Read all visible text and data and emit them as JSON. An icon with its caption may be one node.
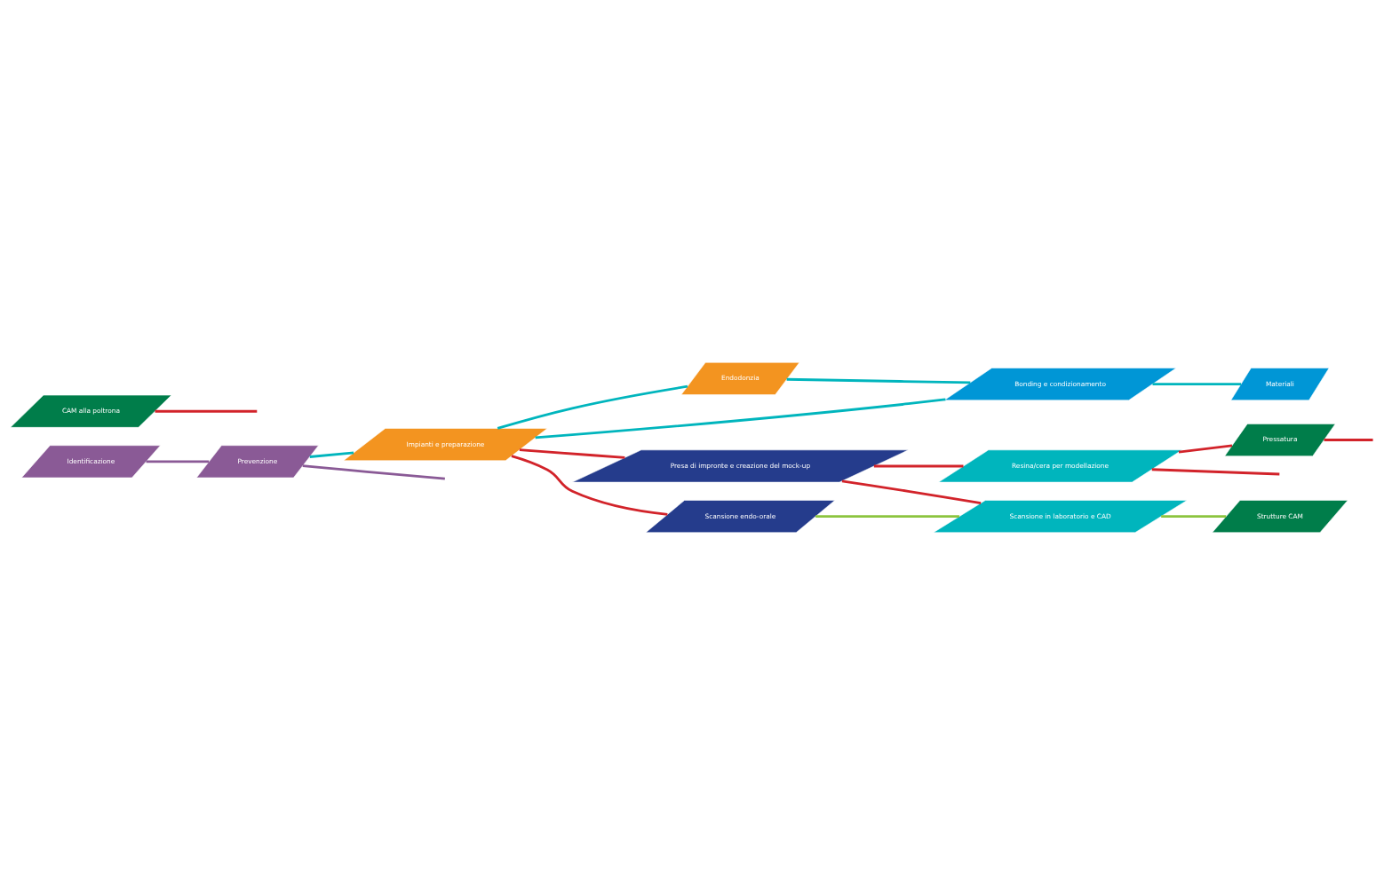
{
  "diagram": {
    "nodes": [
      {
        "text": [
          "Identificazione"
        ]
      },
      {
        "text": [
          "Prevenzione"
        ]
      },
      {
        "text": [
          "Impianti e preparazione"
        ]
      },
      {
        "text": [
          "Endodonzia"
        ]
      },
      {
        "text": [
          "Bonding e condizionamento"
        ]
      },
      {
        "text": [
          "Materiali"
        ]
      },
      {
        "text": [
          "Presa di impronte e creazione del mock-up"
        ]
      },
      {
        "text": [
          "Resina/cera per modellazione"
        ]
      },
      {
        "text": [
          "Pressatura"
        ]
      },
      {
        "text": [
          "Scansione in laboratorio e CAD"
        ]
      },
      {
        "text": [
          "Strutture CAM"
        ]
      },
      {
        "text": [
          "CAM alla poltrona"
        ]
      },
      {
        "text": [
          "Scansione endo-orale"
        ]
      }
    ],
    "edges": [
      {
        "from": 0,
        "to": 1,
        "arrow": "none",
        "color": "#8a5a96"
      },
      {
        "from": 1,
        "to": null,
        "arrow": "none",
        "color": "#8a5a96"
      },
      {
        "from": 1,
        "to": 2,
        "arrow": "none",
        "color": "#00b5bd"
      },
      {
        "from": 2,
        "to": 3,
        "arrow": "none",
        "color": "#00b5bd"
      },
      {
        "from": 3,
        "to": 4,
        "arrow": "none",
        "color": "#00b5bd"
      },
      {
        "from": 2,
        "to": 4,
        "arrow": "none",
        "color": "#00b5bd"
      },
      {
        "from": 4,
        "to": 5,
        "arrow": "none",
        "color": "#00b5bd"
      },
      {
        "from": 2,
        "to": 6,
        "arrow": "none"
      },
      {
        "from": 6,
        "to": 7,
        "arrow": "none"
      },
      {
        "from": 7,
        "to": 8,
        "arrow": "none"
      },
      {
        "from": 7,
        "to": null,
        "arrow": "none"
      },
      {
        "from": 8,
        "to": null,
        "arrow": "none"
      },
      {
        "from": 2,
        "to": 12,
        "arrow": "none"
      },
      {
        "from": 6,
        "to": 9,
        "arrow": "none"
      },
      {
        "from": 11,
        "to": null,
        "arrow": "none"
      },
      {
        "from": 12,
        "to": 9,
        "arrow": "none",
        "color": "#8cc43f"
      },
      {
        "from": 9,
        "to": 10,
        "arrow": "none",
        "color": "#8cc43f"
      }
    ]
  }
}
